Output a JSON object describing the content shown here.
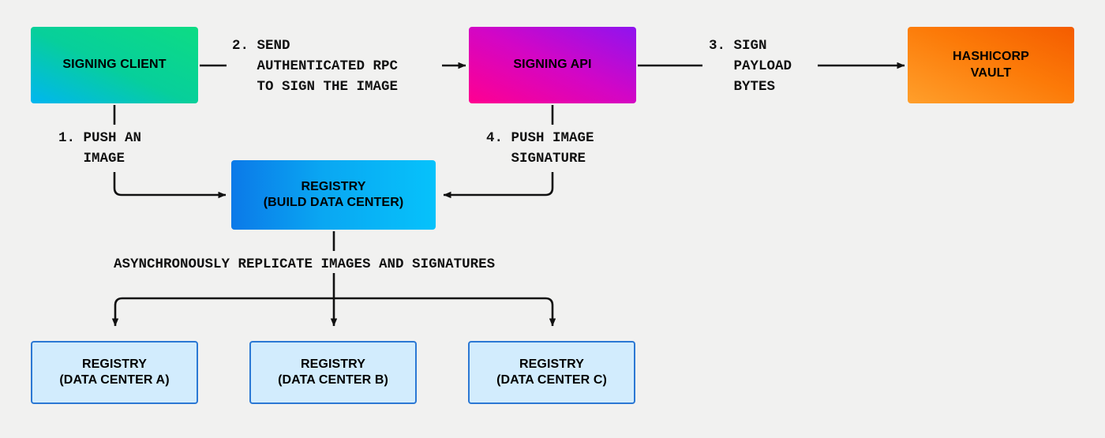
{
  "diagram": {
    "title": "Image signing and registry replication flow",
    "background_color": "#f1f1f0",
    "nodes": [
      {
        "id": "signing-client",
        "label": "SIGNING CLIENT",
        "fill_start": "#00b6f0",
        "fill_end": "#0ddc84"
      },
      {
        "id": "signing-api",
        "label": "SIGNING API",
        "fill_start": "#ff0090",
        "fill_end": "#8f14ef"
      },
      {
        "id": "hashicorp-vault",
        "label": "HASHICORP\nVAULT",
        "fill_start": "#ff9f2b",
        "fill_end": "#f45c00"
      },
      {
        "id": "registry-build",
        "label": "REGISTRY\n(BUILD DATA CENTER)",
        "fill_start": "#0b79e8",
        "fill_end": "#06c2fb"
      },
      {
        "id": "registry-a",
        "label": "REGISTRY\n(DATA CENTER A)",
        "fill_start": "#d2ecfd",
        "fill_end": "#d2ecfd",
        "border_color": "#2b78d4"
      },
      {
        "id": "registry-b",
        "label": "REGISTRY\n(DATA CENTER B)",
        "fill_start": "#d2ecfd",
        "fill_end": "#d2ecfd",
        "border_color": "#2b78d4"
      },
      {
        "id": "registry-c",
        "label": "REGISTRY\n(DATA CENTER C)",
        "fill_start": "#d2ecfd",
        "fill_end": "#d2ecfd",
        "border_color": "#2b78d4"
      }
    ],
    "edges": [
      {
        "id": "step1",
        "label": "1. PUSH AN\n   IMAGE",
        "from": "signing-client",
        "to": "registry-build"
      },
      {
        "id": "step2",
        "label": "2. SEND\n   AUTHENTICATED RPC\n   TO SIGN THE IMAGE",
        "from": "signing-client",
        "to": "signing-api"
      },
      {
        "id": "step3",
        "label": "3. SIGN\n   PAYLOAD\n   BYTES",
        "from": "signing-api",
        "to": "hashicorp-vault"
      },
      {
        "id": "step4",
        "label": "4. PUSH IMAGE\n   SIGNATURE",
        "from": "signing-api",
        "to": "registry-build"
      },
      {
        "id": "replicate",
        "label": "ASYNCHRONOUSLY REPLICATE IMAGES AND SIGNATURES",
        "from": "registry-build",
        "to": "registry-a, registry-b, registry-c"
      }
    ],
    "line_color": "#111111"
  }
}
